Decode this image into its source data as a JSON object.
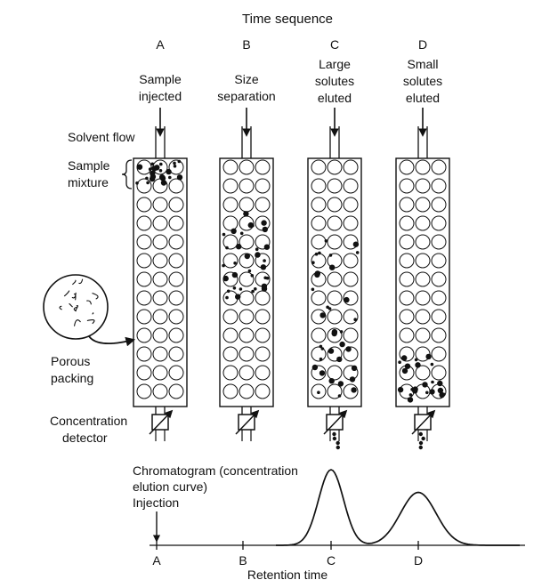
{
  "header": {
    "title": "Time sequence"
  },
  "columns": [
    {
      "letter": "A",
      "caption": [
        "Sample",
        "injected"
      ]
    },
    {
      "letter": "B",
      "caption": [
        "Size",
        "separation"
      ]
    },
    {
      "letter": "C",
      "caption": [
        "Large",
        "solutes",
        "eluted"
      ]
    },
    {
      "letter": "D",
      "caption": [
        "Small",
        "solutes",
        "eluted"
      ]
    }
  ],
  "side_labels": {
    "solvent_flow": "Solvent flow",
    "sample_mixture": [
      "Sample",
      "mixture"
    ],
    "porous_packing": [
      "Porous",
      "packing"
    ],
    "detector": [
      "Concentration",
      "detector"
    ]
  },
  "chromatogram": {
    "title": [
      "Chromatogram (concentration",
      "elution curve)"
    ],
    "injection_label": "Injection",
    "x_ticks": [
      "A",
      "B",
      "C",
      "D"
    ],
    "x_label": "Retention time",
    "peaks": [
      {
        "at": "C",
        "relative_height": 1.0
      },
      {
        "at": "D",
        "relative_height": 0.7
      }
    ]
  },
  "colors": {
    "ink": "#111111",
    "paper": "#ffffff"
  }
}
